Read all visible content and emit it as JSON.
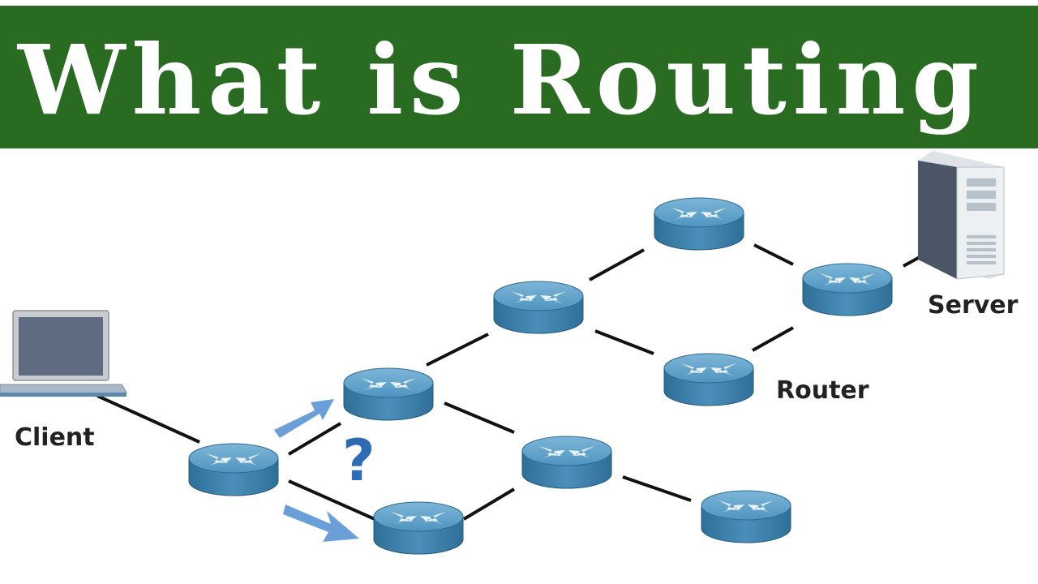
{
  "header": {
    "title": "What is Routing",
    "background_color": "#2a6b22",
    "text_color": "#ffffff"
  },
  "diagram": {
    "labels": {
      "client": "Client",
      "router": "Router",
      "server": "Server"
    },
    "question_mark": "?",
    "colors": {
      "router_top": "#5d9ec4",
      "router_side": "#3b7ea8",
      "arrow": "#6a9fd8",
      "question": "#2d6cb5",
      "link": "#111111"
    },
    "nodes": [
      "client-laptop",
      "router-1",
      "router-2",
      "router-3",
      "router-4",
      "router-5",
      "router-6",
      "router-7",
      "router-8",
      "router-9",
      "server-tower"
    ],
    "icons": [
      "laptop-icon",
      "router-icon",
      "server-icon",
      "arrow-icon",
      "question-mark-icon"
    ]
  }
}
